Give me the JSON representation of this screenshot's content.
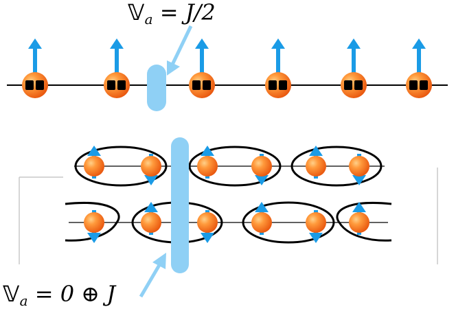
{
  "labels": {
    "top": {
      "symbol": "𝕍",
      "subscript": "a",
      "rest": " = J/2"
    },
    "bottom": {
      "symbol": "𝕍",
      "subscript": "a",
      "rest": " = 0 ⊕ J"
    }
  },
  "colors": {
    "atom_outer": "#e8560e",
    "atom_inner": "#ffa64a",
    "spin_arrow": "#1a9be6",
    "cut": "#8fd0f5",
    "cut_arrow": "#8fd0f5",
    "chain_line": "#000000",
    "ellipse": "#000000",
    "frame": "#c8c8c8"
  },
  "icons": {
    "atom": "orange-sphere",
    "doublon": "black-square-pair",
    "spin": "blue-arrow",
    "cut": "light-blue-bar",
    "pointer": "light-blue-arrow"
  },
  "top_chain": {
    "site_count": 6,
    "spins": [
      "up",
      "up",
      "up",
      "up",
      "up",
      "up"
    ]
  },
  "ladder": {
    "upper_row_spins": [
      "up",
      "down",
      "up",
      "down",
      "up",
      "down"
    ],
    "lower_row_spins": [
      "down",
      "up",
      "down",
      "up",
      "down",
      "up"
    ]
  }
}
